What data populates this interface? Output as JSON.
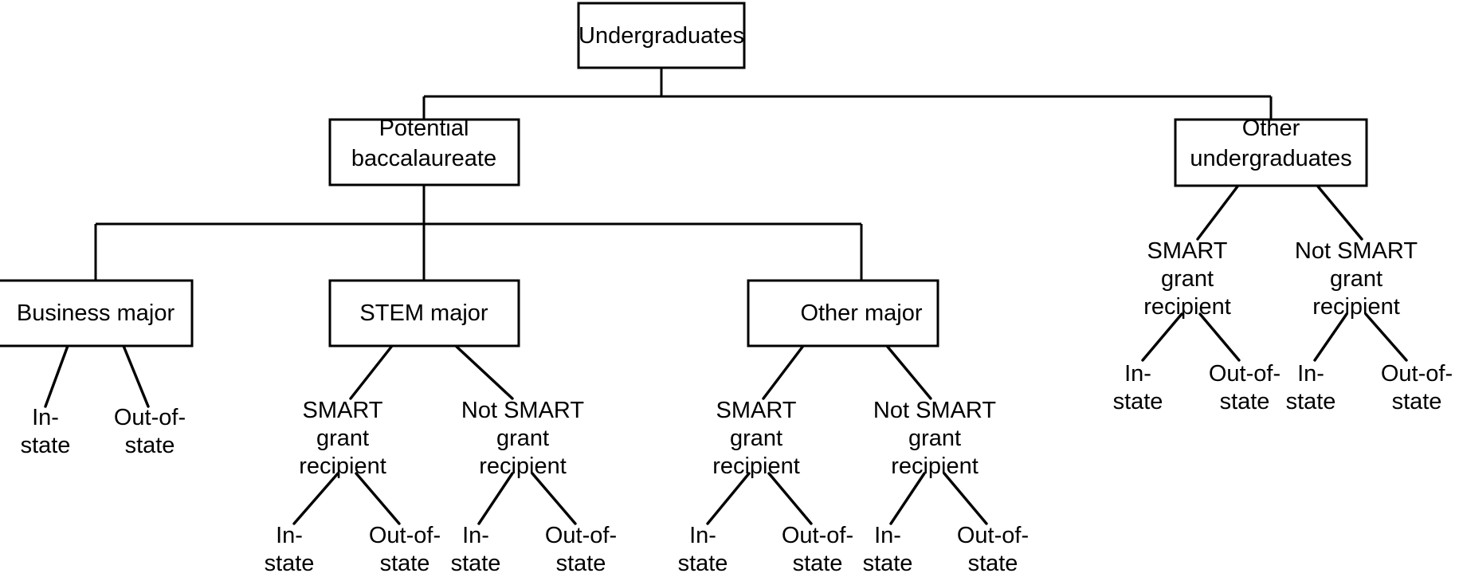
{
  "diagram": {
    "title": "Undergraduates classification tree",
    "colors": {
      "background": "#ffffff",
      "stroke": "#000000",
      "box_fill": "#ffffff",
      "text": "#000000"
    },
    "root": {
      "label": "Undergraduates"
    },
    "level2": [
      {
        "label_line1": "Potential",
        "label_line2": "baccalaureate"
      },
      {
        "label_line1": "Other",
        "label_line2": "undergraduates"
      }
    ],
    "level3_majors": [
      {
        "label": "Business major"
      },
      {
        "label": "STEM major"
      },
      {
        "label": "Other major"
      }
    ],
    "grant_groups": [
      {
        "parent": "Business major",
        "line1": "",
        "line2": "",
        "line3": ""
      },
      {
        "parent": "STEM major",
        "smart": {
          "line1": "SMART",
          "line2": "grant",
          "line3": "recipient"
        },
        "not_smart": {
          "line1": "Not SMART",
          "line2": "grant",
          "line3": "recipient"
        }
      },
      {
        "parent": "Other major",
        "smart": {
          "line1": "SMART",
          "line2": "grant",
          "line3": "recipient"
        },
        "not_smart": {
          "line1": "Not SMART",
          "line2": "grant",
          "line3": "recipient"
        }
      },
      {
        "parent": "Other undergraduates",
        "smart": {
          "line1": "SMART",
          "line2": "grant",
          "line3": "recipient"
        },
        "not_smart": {
          "line1": "Not SMART",
          "line2": "grant",
          "line3": "recipient"
        }
      }
    ],
    "residency": {
      "in_state_line1": "In-",
      "in_state_line2": "state",
      "out_state_line1": "Out-of-",
      "out_state_line2": "state"
    },
    "leaves": [
      {
        "group": "business-major",
        "type": "in-state",
        "line1": "In-",
        "line2": "state"
      },
      {
        "group": "business-major",
        "type": "out-of-state",
        "line1": "Out-of-",
        "line2": "state"
      },
      {
        "group": "stem-smart",
        "type": "in-state",
        "line1": "In-",
        "line2": "state"
      },
      {
        "group": "stem-smart",
        "type": "out-of-state",
        "line1": "Out-of-",
        "line2": "state"
      },
      {
        "group": "stem-not-smart",
        "type": "in-state",
        "line1": "In-",
        "line2": "state"
      },
      {
        "group": "stem-not-smart",
        "type": "out-of-state",
        "line1": "Out-of-",
        "line2": "state"
      },
      {
        "group": "other-major-smart",
        "type": "in-state",
        "line1": "In-",
        "line2": "state"
      },
      {
        "group": "other-major-smart",
        "type": "out-of-state",
        "line1": "Out-of-",
        "line2": "state"
      },
      {
        "group": "other-major-not-smart",
        "type": "in-state",
        "line1": "In-",
        "line2": "state"
      },
      {
        "group": "other-major-not-smart",
        "type": "out-of-state",
        "line1": "Out-of-",
        "line2": "state"
      },
      {
        "group": "other-undergrad-smart",
        "type": "in-state",
        "line1": "In-",
        "line2": "state"
      },
      {
        "group": "other-undergrad-smart",
        "type": "out-of-state",
        "line1": "Out-of-",
        "line2": "state"
      },
      {
        "group": "other-undergrad-not-smart",
        "type": "in-state",
        "line1": "In-",
        "line2": "state"
      },
      {
        "group": "other-undergrad-not-smart",
        "type": "out-of-state",
        "line1": "Out-of-",
        "line2": "state"
      }
    ]
  }
}
